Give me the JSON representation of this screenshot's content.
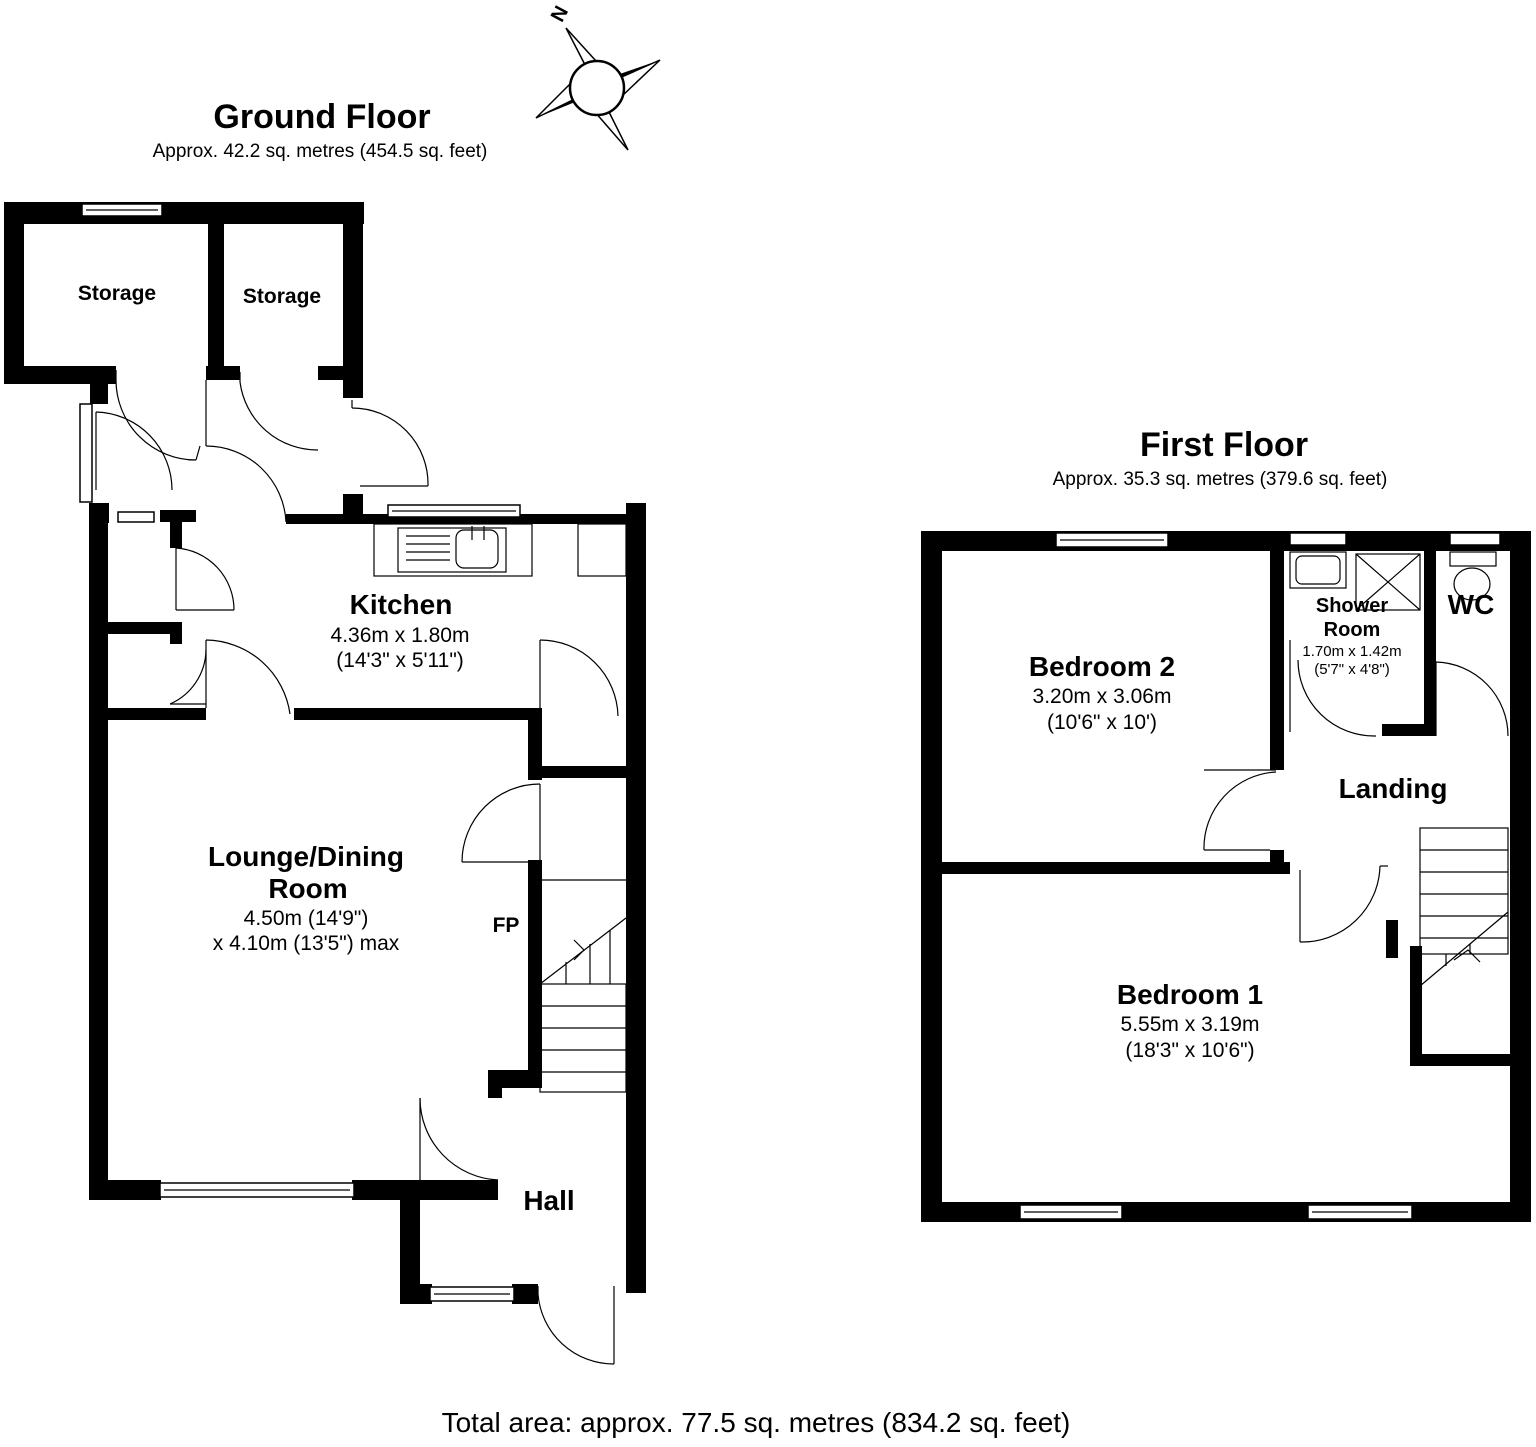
{
  "compass": {
    "north_label": "N",
    "icon": "compass-rose-icon"
  },
  "ground_floor": {
    "title": "Ground Floor",
    "area": "Approx. 42.2 sq. metres (454.5 sq. feet)",
    "rooms": {
      "storage_left": {
        "name": "Storage"
      },
      "storage_right": {
        "name": "Storage"
      },
      "kitchen": {
        "name": "Kitchen",
        "dim_metric": "4.36m x 1.80m",
        "dim_imperial": "(14'3\" x 5'11\")"
      },
      "lounge": {
        "name_line1": "Lounge/Dining",
        "name_line2": "Room",
        "dim_line1": "4.50m (14'9\")",
        "dim_line2": "x 4.10m (13'5\") max"
      },
      "fireplace": {
        "name": "FP"
      },
      "hall": {
        "name": "Hall"
      }
    }
  },
  "first_floor": {
    "title": "First Floor",
    "area": "Approx. 35.3 sq. metres (379.6 sq. feet)",
    "rooms": {
      "bedroom2": {
        "name": "Bedroom 2",
        "dim_metric": "3.20m x 3.06m",
        "dim_imperial": "(10'6\" x 10')"
      },
      "shower": {
        "name_line1": "Shower",
        "name_line2": "Room",
        "dim_metric": "1.70m x 1.42m",
        "dim_imperial": "(5'7\" x 4'8\")"
      },
      "wc": {
        "name": "WC"
      },
      "landing": {
        "name": "Landing"
      },
      "bedroom1": {
        "name": "Bedroom 1",
        "dim_metric": "5.55m x 3.19m",
        "dim_imperial": "(18'3\" x 10'6\")"
      }
    }
  },
  "total_area": "Total area: approx. 77.5 sq. metres (834.2 sq. feet)"
}
